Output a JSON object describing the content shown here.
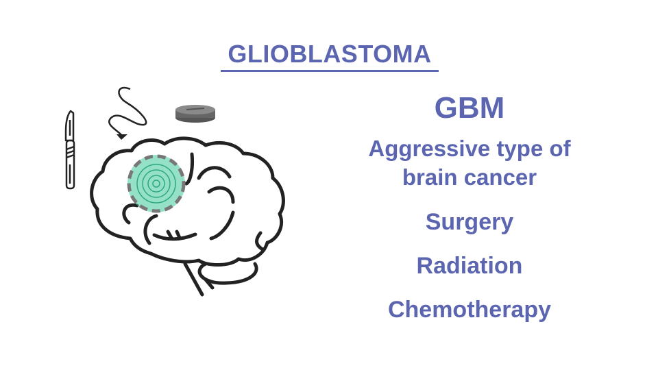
{
  "title": "GLIOBLASTOMA",
  "abbreviation": "GBM",
  "description": "Aggressive type of brain cancer",
  "treatments": [
    "Surgery",
    "Radiation",
    "Chemotherapy"
  ],
  "icons": [
    "scalpel-icon",
    "radiation-wave-icon",
    "pill-icon",
    "brain-icon",
    "tumor-icon"
  ],
  "colors": {
    "text": "#5b65b0",
    "tumor": "#3ec99b",
    "outline": "#222222",
    "pill": "#666666"
  }
}
